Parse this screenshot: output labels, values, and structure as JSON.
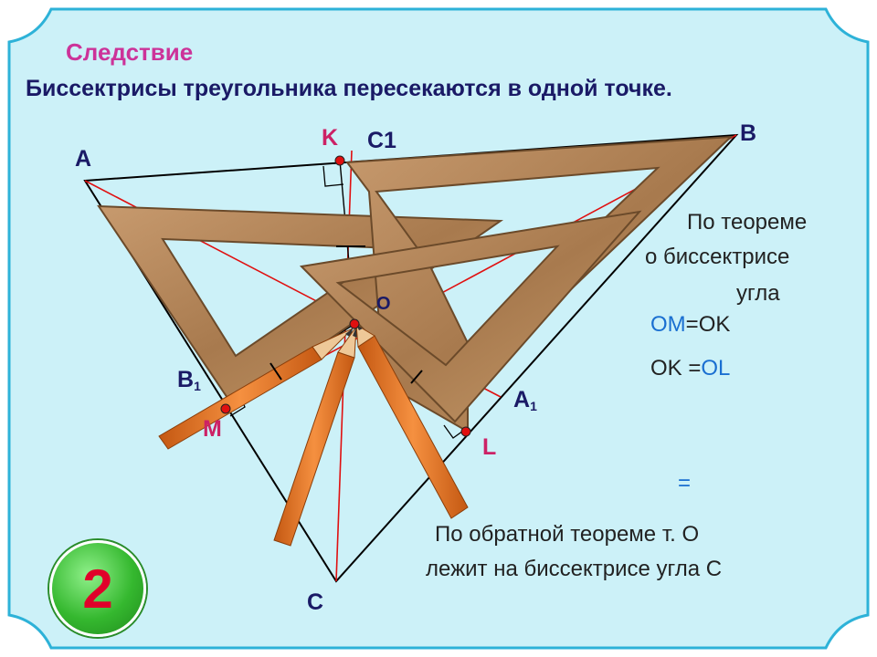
{
  "slide": {
    "heading": "Следствие",
    "statement": "Биссектрисы треугольника пересекаются в одной точке.",
    "number": "2"
  },
  "labels": {
    "A": "A",
    "B": "B",
    "C": "C",
    "K": "K",
    "C1": "C1",
    "B1": {
      "main": "B",
      "sub": "1"
    },
    "A1": {
      "main": "A",
      "sub": "1"
    },
    "M": "M",
    "L": "L",
    "O": "O"
  },
  "text": {
    "theorem_line1": "По теореме",
    "theorem_line2": "о биссектрисе",
    "theorem_line3": "угла",
    "eq1_left": "OM",
    "eq1_right": "=OK",
    "eq2_left": "OK =",
    "eq2_right": "OL",
    "equals_sign": "=",
    "converse_line1": "По обратной теореме т. О",
    "converse_line2": "лежит на биссектрисе угла С"
  },
  "colors": {
    "background": "#ccf1f8",
    "frame_border": "#2db2d8",
    "triangle_line": "#000000",
    "bisector_line": "#e01010",
    "point": "#e01010",
    "wood": "#b3855a",
    "wood_edge": "#6b4a2a",
    "pencil_body": "#ee7a22",
    "pencil_stripe": "#c45812",
    "pencil_wood": "#eec898",
    "pencil_lead": "#333333",
    "heading": "#cc3399",
    "accent": "#1a6fd1"
  },
  "icons": [
    "wooden-set-square-icon",
    "pencil-icon"
  ]
}
